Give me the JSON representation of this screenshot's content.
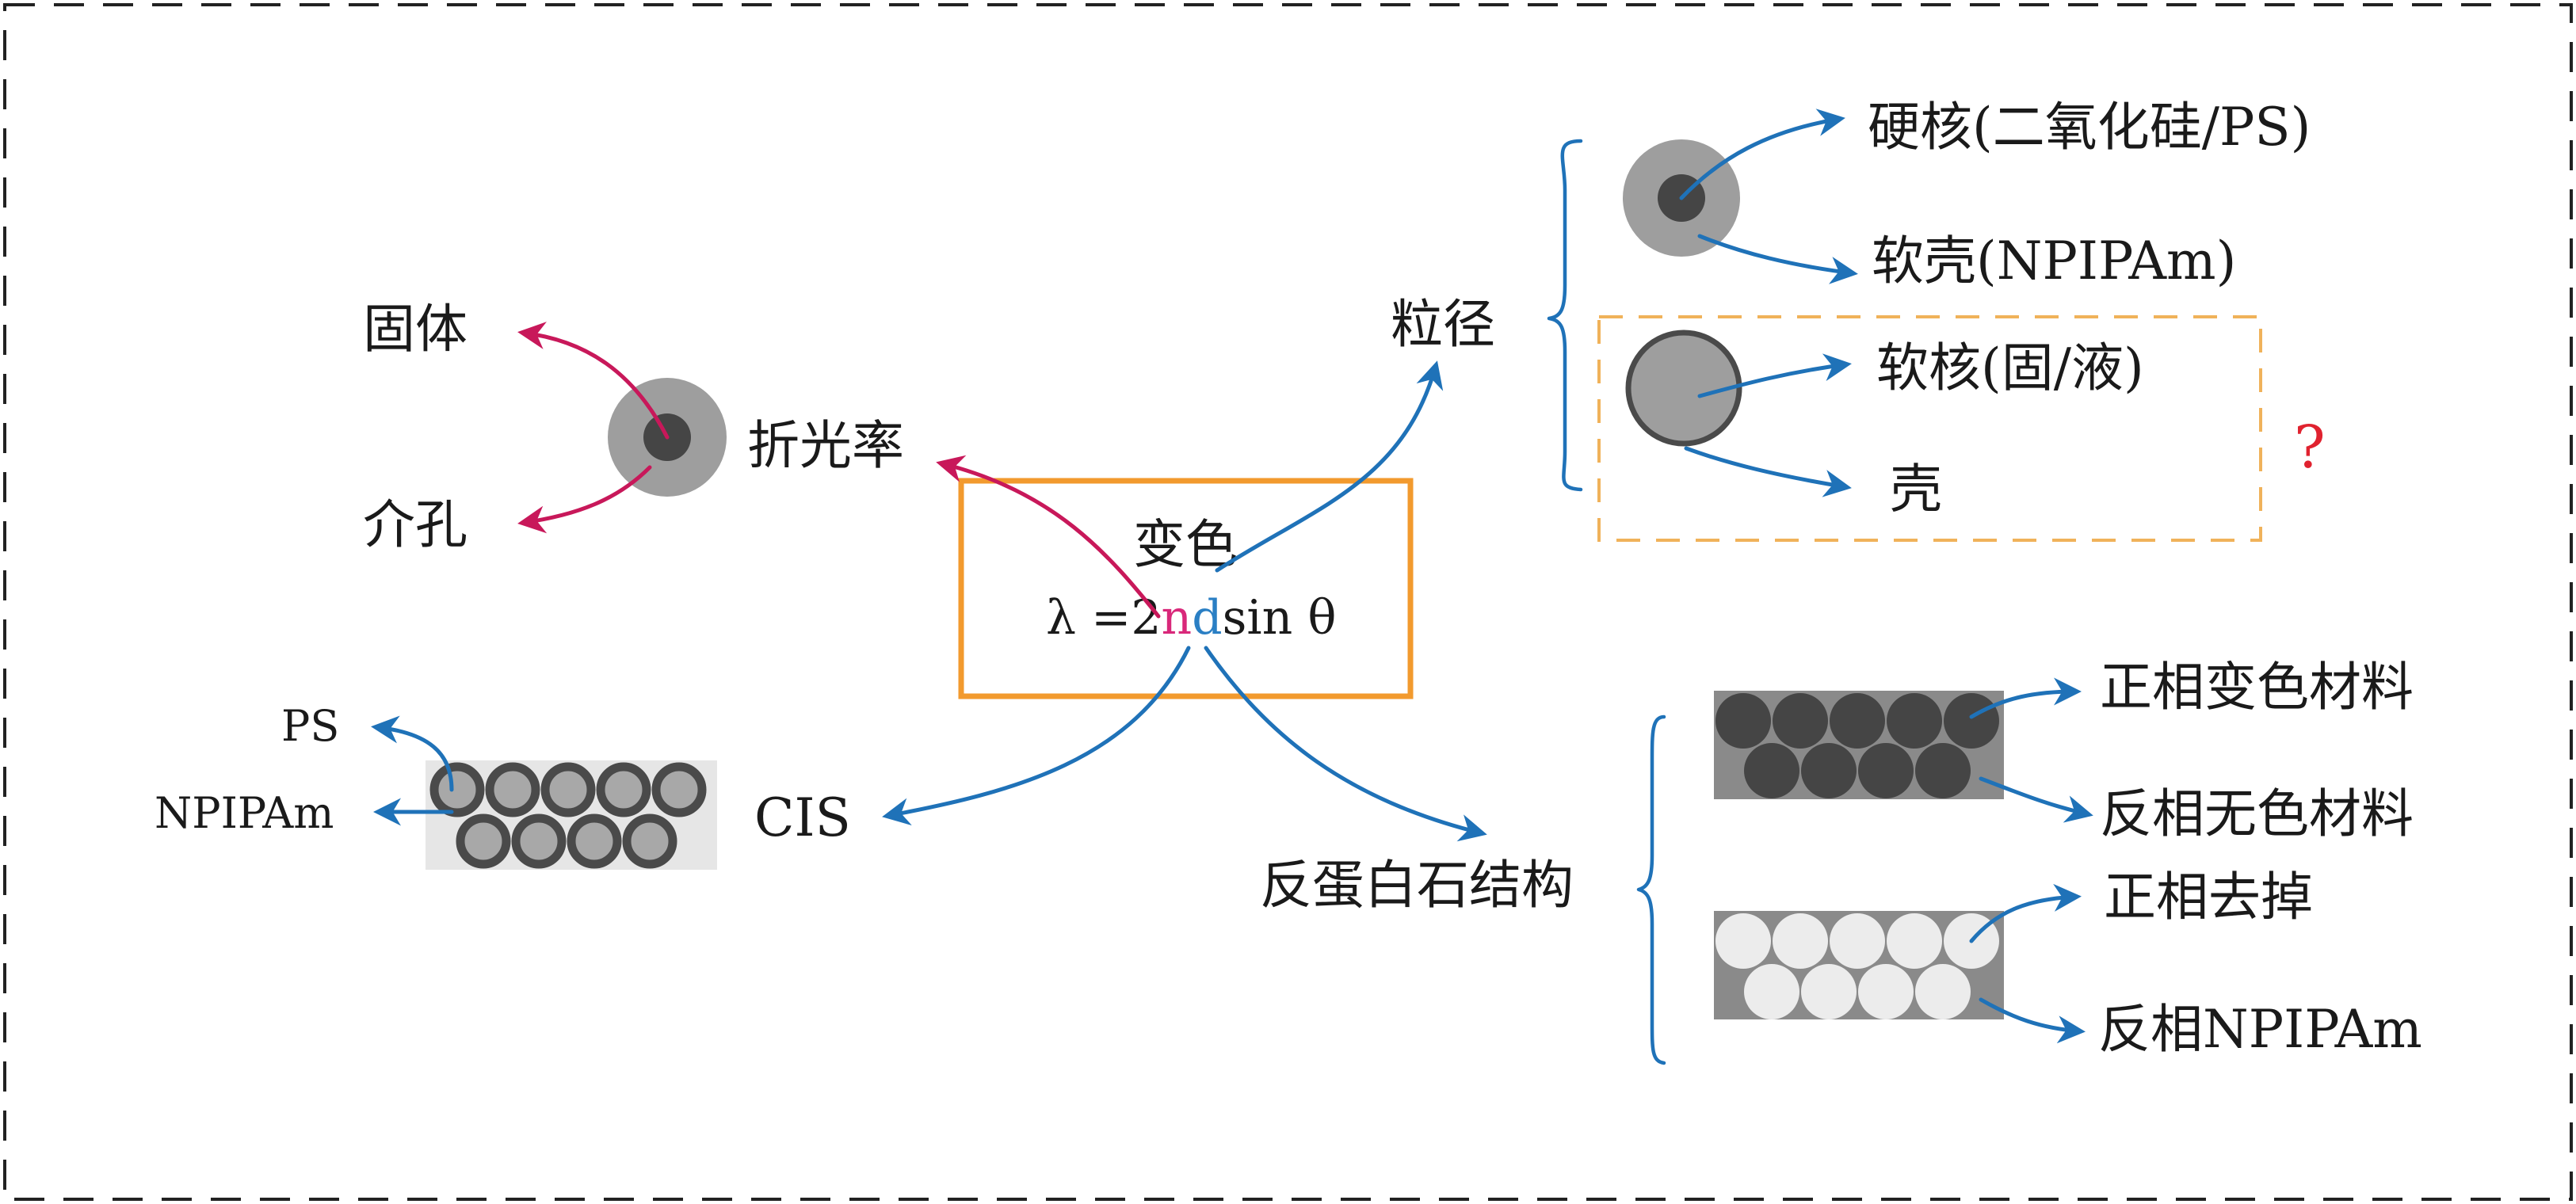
{
  "center": {
    "title": "变色",
    "formula_prefix": "λ =2",
    "formula_n": "n",
    "formula_d": "d",
    "formula_suffix": "sin θ"
  },
  "left": {
    "refractive_index": "折光率",
    "solid": "固体",
    "mesoporous": "介孔"
  },
  "particle_size": {
    "label": "粒径",
    "hard_core": "硬核(二氧化硅/PS)",
    "soft_shell": "软壳(NPIPAm)",
    "soft_core": "软核(固/液)",
    "shell": "壳",
    "question_mark": "?"
  },
  "cis": {
    "label": "CIS",
    "ps": "PS",
    "npipam": "NPIPAm"
  },
  "inverse_opal": {
    "label": "反蛋白石结构",
    "positive_color": "正相变色材料",
    "negative_colorless": "反相无色材料",
    "positive_removed": "正相去掉",
    "negative_npipam": "反相NPIPAm"
  },
  "colors": {
    "blue_arrow": "#1f72b8",
    "red_arrow": "#c8185a",
    "orange_box": "#f29a2e",
    "dashed_box": "#f0b25a",
    "question": "#e0222f",
    "n_color": "#d9287a",
    "d_color": "#2a7fc4"
  }
}
